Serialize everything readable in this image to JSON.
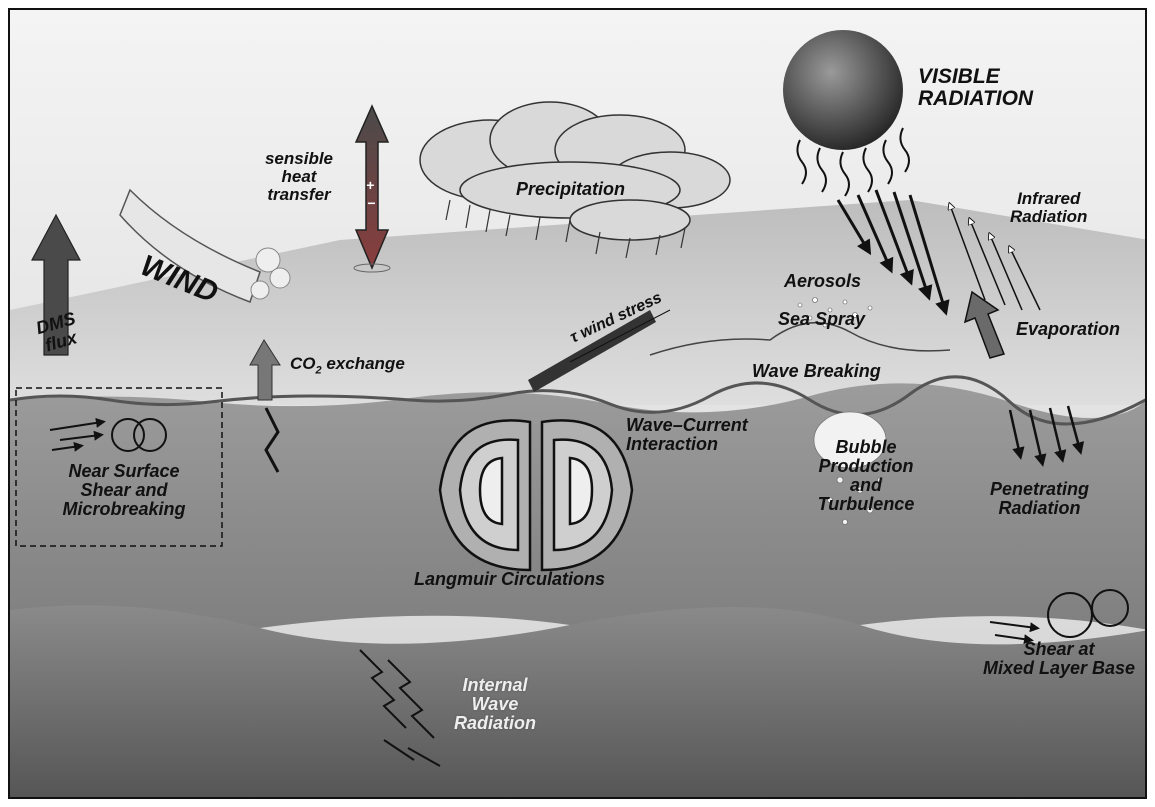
{
  "labels": {
    "visible_radiation": "VISIBLE\nRADIATION",
    "sensible_heat": "sensible\nheat\ntransfer",
    "plus": "+",
    "minus": "−",
    "precipitation": "Precipitation",
    "infrared": "Infrared\nRadiation",
    "wind": "WIND",
    "dms_flux": "DMS\nflux",
    "aerosols": "Aerosols",
    "sea_spray": "Sea Spray",
    "evaporation": "Evaporation",
    "co2_exchange_main": "CO",
    "co2_exchange_sub": "2",
    "co2_exchange_rest": " exchange",
    "wind_stress_tau": "τ",
    "wind_stress": "wind stress",
    "wave_breaking": "Wave Breaking",
    "wave_current": "Wave–Current\nInteraction",
    "near_surface": "Near Surface\nShear and\nMicrobreaking",
    "bubble": "Bubble\nProduction\nand\nTurbulence",
    "penetrating": "Penetrating\nRadiation",
    "langmuir": "Langmuir Circulations",
    "internal_wave": "Internal\nWave\nRadiation",
    "shear_mixed": "Shear at\nMixed Layer Base"
  },
  "colors": {
    "sky": "#cfcfcf",
    "sea_surface": "#a9a9a9",
    "ocean_upper": "#8e8e8e",
    "ocean_lower": "#6d6d6d",
    "arrow_dark": "#3a3a3a",
    "arrow_red": "#7a3a3a"
  }
}
